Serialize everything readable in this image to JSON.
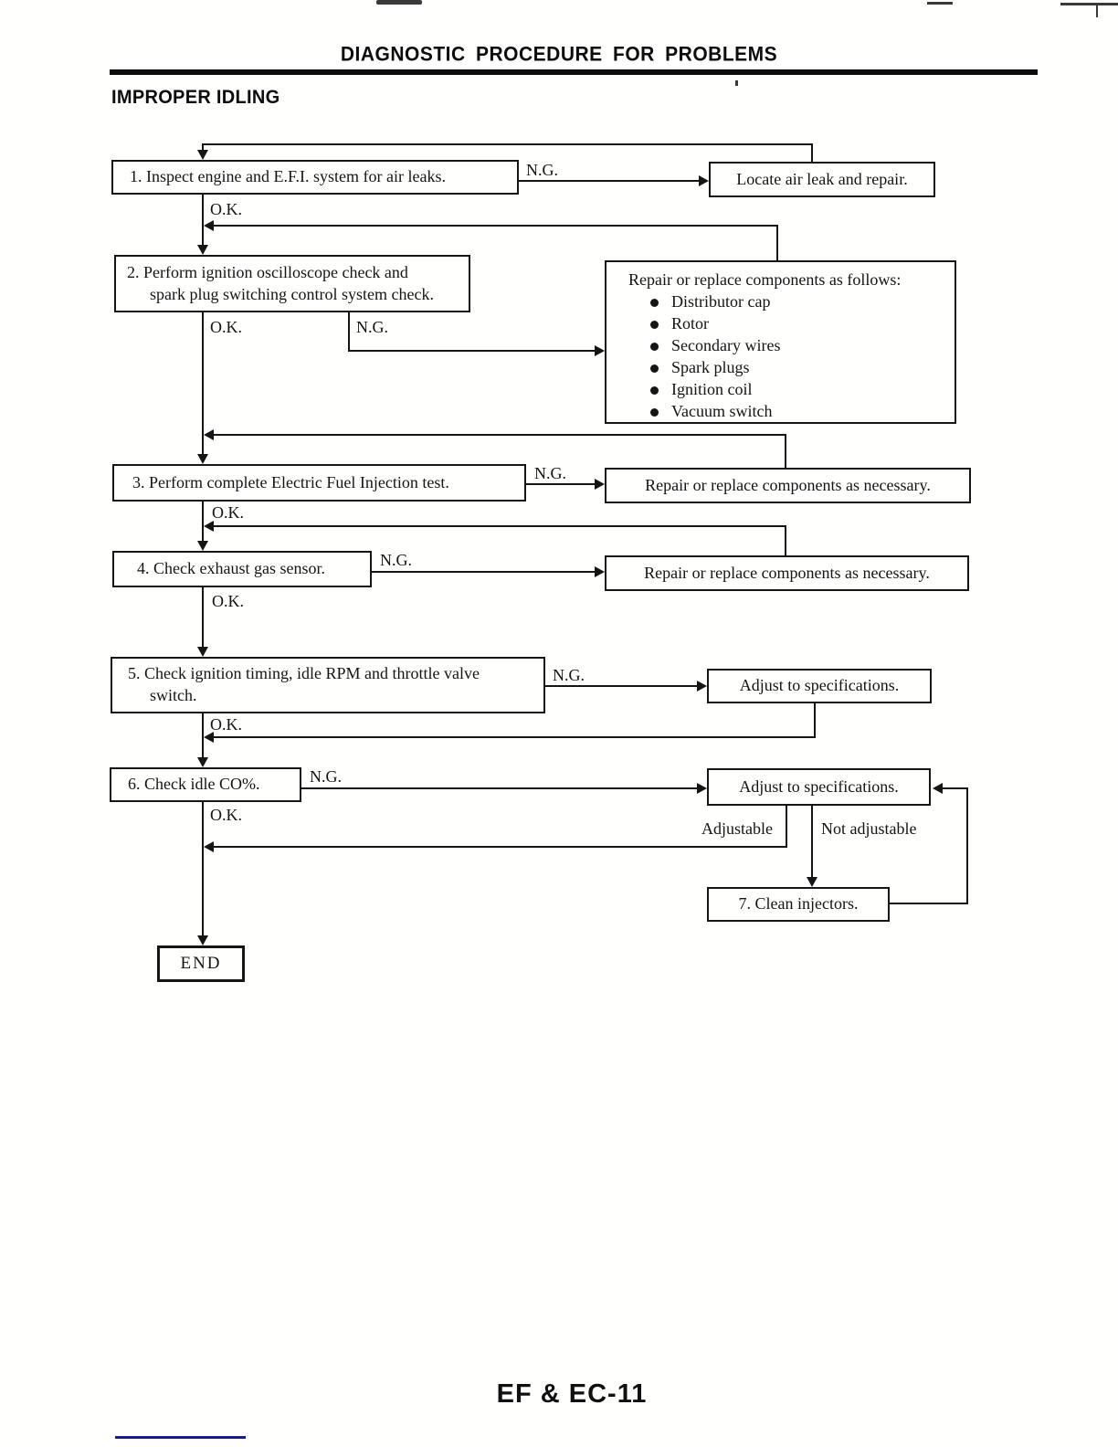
{
  "header": {
    "title": "DIAGNOSTIC PROCEDURE FOR PROBLEMS",
    "section": "IMPROPER IDLING"
  },
  "labels": {
    "ok": "O.K.",
    "ng": "N.G.",
    "adjustable": "Adjustable",
    "not_adjustable": "Not adjustable"
  },
  "steps": {
    "s1": "1. Inspect engine and E.F.I. system for air leaks.",
    "s2_line1": "2. Perform ignition oscilloscope check and",
    "s2_line2": "spark plug switching control system check.",
    "s3": "3. Perform complete Electric Fuel Injection test.",
    "s4": "4. Check exhaust gas sensor.",
    "s5_line1": "5. Check ignition timing, idle RPM and throttle valve",
    "s5_line2": "switch.",
    "s6": "6. Check idle CO%.",
    "s7": "7. Clean injectors.",
    "end": "END"
  },
  "actions": {
    "locate": "Locate air leak and repair.",
    "repair_title": "Repair or replace components as follows:",
    "repair_items": [
      "Distributor cap",
      "Rotor",
      "Secondary wires",
      "Spark plugs",
      "Ignition coil",
      "Vacuum switch"
    ],
    "repair_necessary": "Repair or replace components as necessary.",
    "adjust": "Adjust to specifications."
  },
  "footer": {
    "page_ref": "EF & EC-11"
  }
}
